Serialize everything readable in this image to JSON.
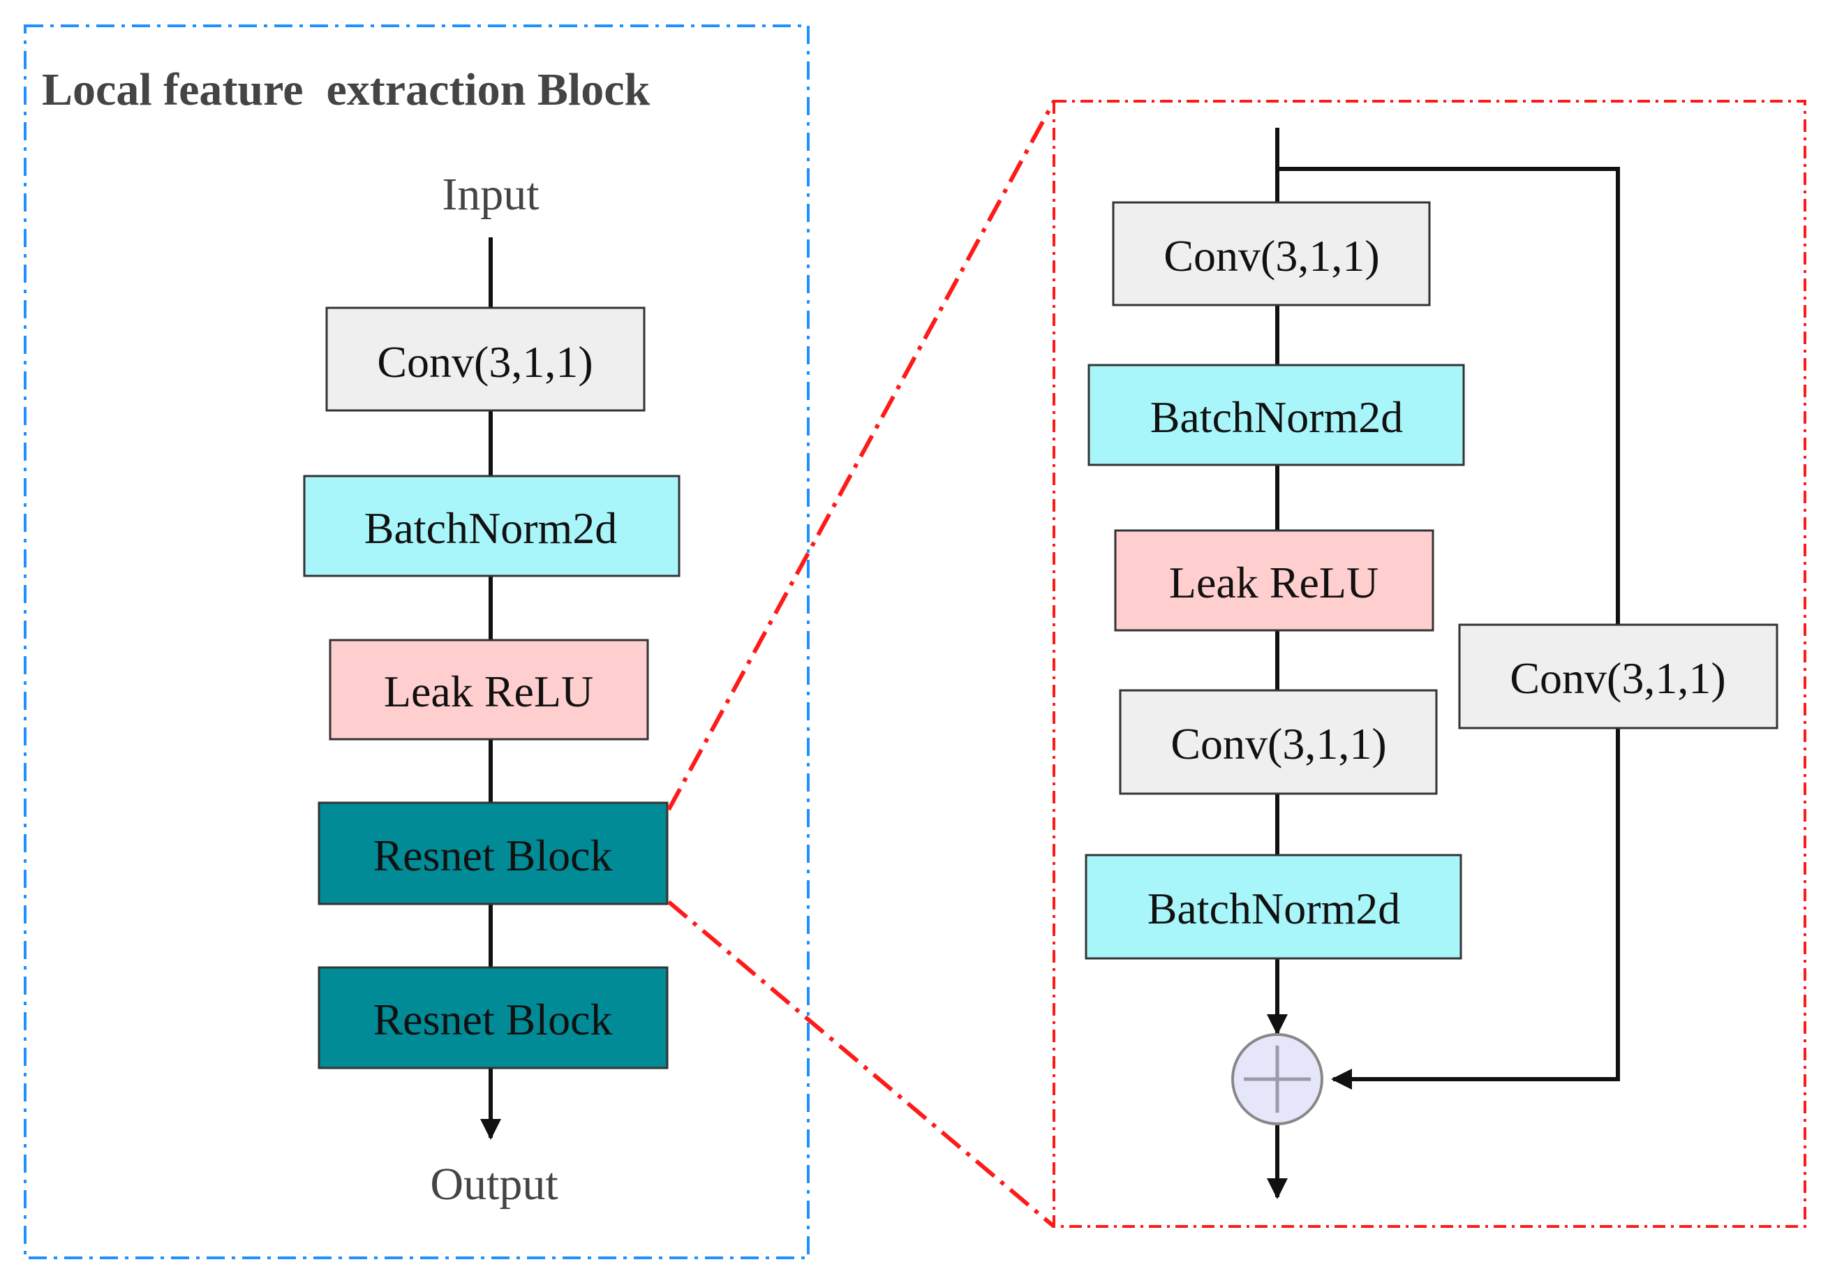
{
  "left_panel": {
    "title": "Local feature  extraction Block",
    "input_label": "Input",
    "output_label": "Output",
    "blocks": [
      {
        "label": "Conv(3,1,1)",
        "kind": "conv"
      },
      {
        "label": "BatchNorm2d",
        "kind": "batchnorm"
      },
      {
        "label": "Leak ReLU",
        "kind": "relu"
      },
      {
        "label": "Resnet Block",
        "kind": "resnet"
      },
      {
        "label": "Resnet Block",
        "kind": "resnet"
      }
    ]
  },
  "right_panel": {
    "main_blocks": [
      {
        "label": "Conv(3,1,1)",
        "kind": "conv"
      },
      {
        "label": "BatchNorm2d",
        "kind": "batchnorm"
      },
      {
        "label": "Leak ReLU",
        "kind": "relu"
      },
      {
        "label": "Conv(3,1,1)",
        "kind": "conv"
      },
      {
        "label": "BatchNorm2d",
        "kind": "batchnorm"
      }
    ],
    "skip_block": {
      "label": "Conv(3,1,1)",
      "kind": "conv"
    },
    "merge_op": "add"
  },
  "colors": {
    "conv": "#efefef",
    "batchnorm": "#a8f6fa",
    "relu": "#ffcfcf",
    "resnet": "#008b96",
    "left_frame": "#1e90ff",
    "right_frame": "#ff1a1a",
    "add_node": "#e6e6fb"
  }
}
